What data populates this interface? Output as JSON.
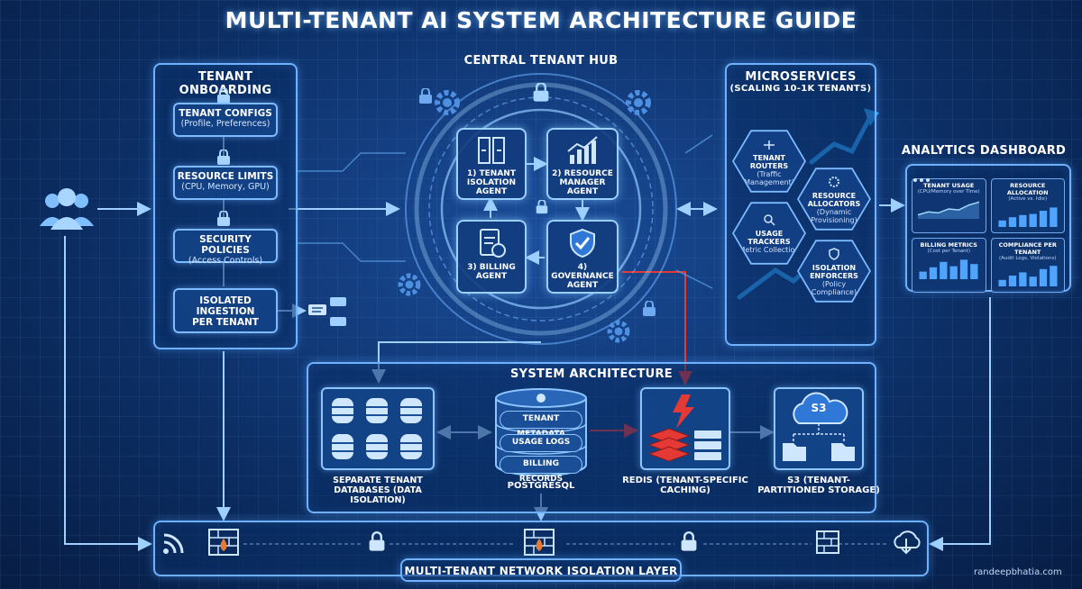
{
  "title": "MULTI-TENANT AI SYSTEM ARCHITECTURE GUIDE",
  "onboarding": {
    "heading": "TENANT ONBOARDING",
    "items": [
      {
        "title": "TENANT CONFIGS",
        "sub": "(Profile, Preferences)"
      },
      {
        "title": "RESOURCE LIMITS",
        "sub": "(CPU, Memory, GPU)"
      },
      {
        "title": "SECURITY POLICIES",
        "sub": "(Access Controls)"
      },
      {
        "title": "ISOLATED INGESTION PER TENANT",
        "sub": ""
      }
    ]
  },
  "hub": {
    "heading": "CENTRAL TENANT HUB",
    "agents": [
      {
        "label": "1) TENANT ISOLATION AGENT"
      },
      {
        "label": "2) RESOURCE MANAGER AGENT"
      },
      {
        "label": "3) BILLING AGENT"
      },
      {
        "label": "4) GOVERNANCE AGENT"
      }
    ]
  },
  "microservices": {
    "heading": "MICROSERVICES",
    "subheading": "(SCALING 10-1K TENANTS)",
    "items": [
      {
        "title": "TENANT ROUTERS",
        "sub": "(Traffic Management)"
      },
      {
        "title": "RESOURCE ALLOCATORS",
        "sub": "(Dynamic Provisioning)"
      },
      {
        "title": "USAGE TRACKERS",
        "sub": "(Metric Collection)"
      },
      {
        "title": "ISOLATION ENFORCERS",
        "sub": "(Policy Compliance)"
      }
    ]
  },
  "analytics": {
    "heading": "ANALYTICS DASHBOARD",
    "widgets": [
      {
        "title": "TENANT USAGE",
        "sub": "(CPU/Memory over Time)",
        "kind": "line",
        "values": [
          0.2,
          0.35,
          0.3,
          0.5,
          0.45,
          0.7,
          0.85
        ]
      },
      {
        "title": "RESOURCE ALLOCATION",
        "sub": "(Active vs. Idle)",
        "kind": "bar",
        "values": [
          0.3,
          0.45,
          0.55,
          0.6,
          0.75,
          0.9
        ]
      },
      {
        "title": "BILLING METRICS",
        "sub": "(Cost per Tenant)",
        "kind": "bar",
        "values": [
          0.35,
          0.55,
          0.8,
          0.6,
          0.9,
          0.7
        ]
      },
      {
        "title": "COMPLIANCE PER TENANT",
        "sub": "(Audit Logs, Violations)",
        "kind": "bar",
        "values": [
          0.3,
          0.5,
          0.65,
          0.45,
          0.8,
          0.95
        ]
      }
    ]
  },
  "system": {
    "heading": "SYSTEM ARCHITECTURE",
    "databases": {
      "label": "SEPARATE TENANT DATABASES (DATA ISOLATION)"
    },
    "postgres": {
      "label": "POSTGRESQL",
      "rows": [
        "TENANT METADATA",
        "USAGE LOGS",
        "BILLING RECORDS"
      ]
    },
    "redis": {
      "label": "REDIS (TENANT-SPECIFIC CACHING)"
    },
    "s3": {
      "label": "S3 (TENANT-PARTITIONED STORAGE)",
      "badge": "S3"
    }
  },
  "network": {
    "heading": "MULTI-TENANT NETWORK ISOLATION LAYER"
  },
  "watermark": "randeepbhatia.com",
  "colors": {
    "accent": "#6fb1ff",
    "alert": "#e53935",
    "background": "#0a2a5c"
  }
}
